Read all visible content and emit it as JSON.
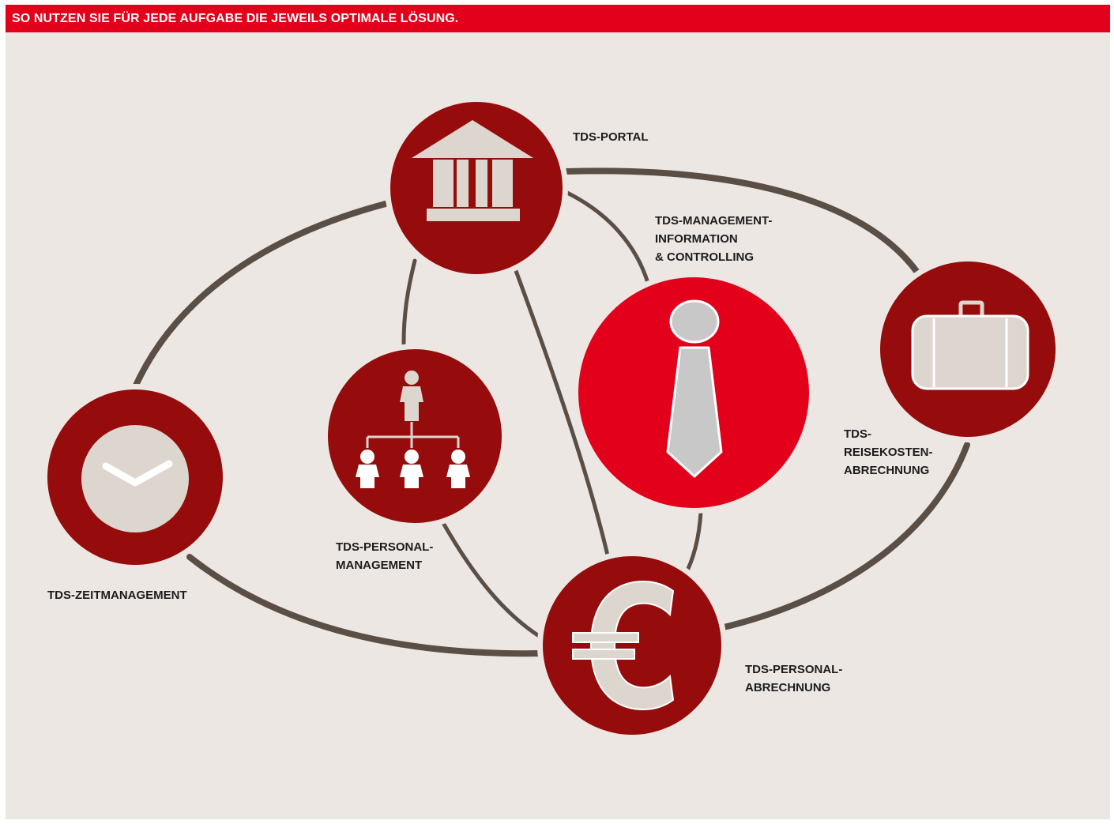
{
  "header": {
    "title": "SO NUTZEN SIE FÜR JEDE AUFGABE DIE JEWEILS OPTIMALE LÖSUNG."
  },
  "nodes": {
    "portal": {
      "label": "TDS-PORTAL",
      "icon": "bank-building-icon"
    },
    "management_info": {
      "label": "TDS-MANAGEMENT-\nINFORMATION\n& CONTROLLING",
      "icon": "necktie-icon"
    },
    "reisekosten": {
      "label": "TDS-\nREISEKOSTEN-\nABRECHNUNG",
      "icon": "suitcase-icon"
    },
    "zeitmanagement": {
      "label": "TDS-ZEITMANAGEMENT",
      "icon": "clock-icon"
    },
    "personalmanagement": {
      "label": "TDS-PERSONAL-\nMANAGEMENT",
      "icon": "org-chart-icon"
    },
    "personalabrechnung": {
      "label": "TDS-PERSONAL-\nABRECHNUNG",
      "icon": "euro-icon"
    }
  },
  "colors": {
    "header": "#e2001a",
    "panel": "#ede7e4",
    "circle_dark": "#960c0c",
    "circle_highlight": "#e2001a",
    "connector": "#5a4e45",
    "icon_fill": "#ddd6cf",
    "tie_fill": "#c8c8c8"
  }
}
